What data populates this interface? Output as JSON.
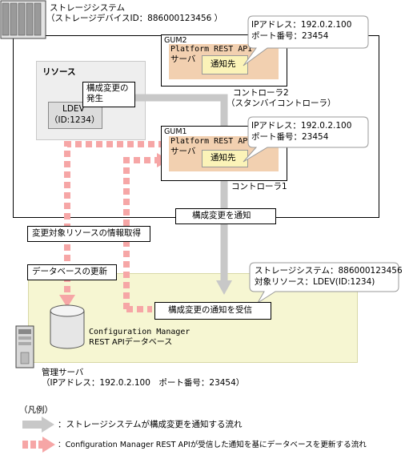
{
  "storage": {
    "title": "ストレージシステム",
    "device_id": "（ストレージデバイスID：886000123456 ）"
  },
  "resource": {
    "title": "リソース",
    "ldev_line1": "LDEV",
    "ldev_line2": "（ID:1234）",
    "change_event": "構成変更の\n発生"
  },
  "gum2": {
    "name": "GUM2",
    "server_line1": "Platform REST API",
    "server_line2": "サーバ",
    "notify_dest": "通知先",
    "controller": "コントローラ2",
    "controller_note": "（スタンバイコントローラ）",
    "callout_ip": "IPアドレス：192.0.2.100",
    "callout_port": "ポート番号：23454"
  },
  "gum1": {
    "name": "GUM1",
    "server_line1": "Platform REST API",
    "server_line2": "サーバ",
    "notify_dest": "通知先",
    "controller": "コントローラ1",
    "callout_ip": "IPアドレス：192.0.2.100",
    "callout_port": "ポート番号：23454"
  },
  "flow_labels": {
    "notify_config_change": "構成変更を通知",
    "get_resource_info": "変更対象リソースの情報取得",
    "update_database": "データベースの更新",
    "receive_notification": "構成変更の通知を受信"
  },
  "mgmt": {
    "callout_storage": "ストレージシステム：886000123456",
    "callout_resource": "対象リソース：LDEV(ID:1234)",
    "db_line1": "Configuration Manager",
    "db_line2": "REST APIデータベース",
    "server_title": "管理サーバ",
    "server_address": "（IPアドレス：192.0.2.100　ポート番号：23454）"
  },
  "legend": {
    "title": "（凡例）",
    "gray_arrow_desc": "：ストレージシステムが構成変更を通知する流れ",
    "pink_arrow_desc": "：Configuration Manager REST APIが受信した通知を基にデータベースを更新する流れ"
  },
  "colors": {
    "gray_arrow": "#c8c8c8",
    "pink_arrow": "#f6a6a6",
    "gum_fill": "#f2d0b0",
    "notify_fill": "#fbf3b8",
    "mgmt_area": "#f6f6d2",
    "resource_area": "#eeeeee"
  }
}
